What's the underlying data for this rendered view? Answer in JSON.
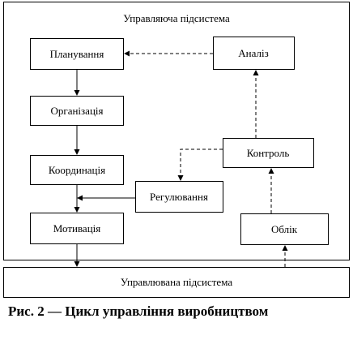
{
  "diagram": {
    "outer_title": "Управляюча підсистема",
    "managed_title": "Управлювана підсистема",
    "boxes": {
      "planning": "Планування",
      "organization": "Організація",
      "coordination": "Координація",
      "motivation": "Мотивація",
      "analysis": "Аналіз",
      "control": "Контроль",
      "regulation": "Регулювання",
      "accounting": "Облік"
    }
  },
  "caption": "Рис. 2 — Цикл управління виробництвом"
}
